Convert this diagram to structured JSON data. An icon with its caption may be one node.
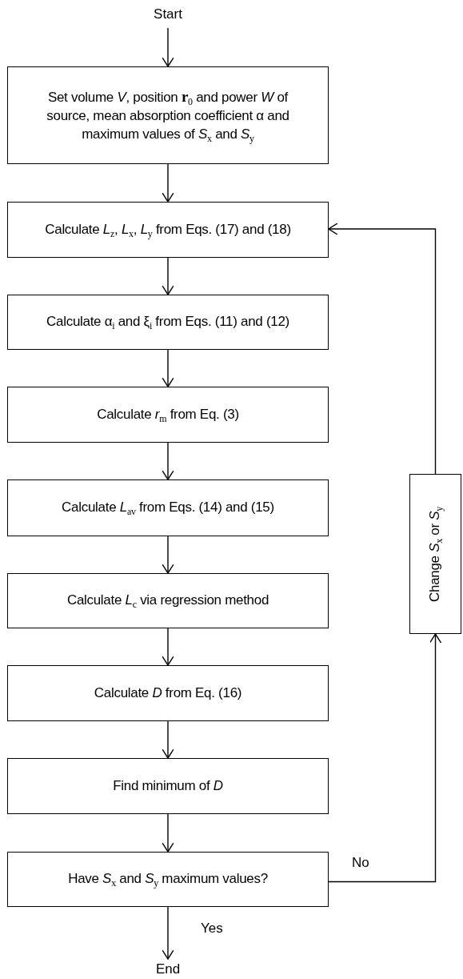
{
  "diagram": {
    "nodes": [
      {
        "text": [
          "Start"
        ]
      },
      {
        "text": [
          "Set volume *V*, position **r**$_{0}$ and power *W* of source, mean absorption coefficient α and maximum values of *S*$_{x}$ and *S*$_{y}$"
        ]
      },
      {
        "text": [
          "Calculate *L*$_{z}$, *L*$_{x}$, *L*$_{y}$ from Eqs. (17) and (18)"
        ]
      },
      {
        "text": [
          "Calculate α$_{i}$ and ξ$_{i}$ from Eqs. (11) and (12)"
        ]
      },
      {
        "text": [
          "Calculate *r*$_{m}$ from Eq. (3)"
        ]
      },
      {
        "text": [
          "Calculate *L*$_{av}$ from Eqs. (14) and (15)"
        ]
      },
      {
        "text": [
          "Calculate *L*$_{c}$ via regression method"
        ]
      },
      {
        "text": [
          "Calculate *D* from Eq. (16)"
        ]
      },
      {
        "text": [
          "Find minimum of *D*"
        ]
      },
      {
        "text": [
          "Have *S*$_{x}$ and *S*$_{y}$ maximum values?"
        ]
      },
      {
        "text": [
          "Change *S*$_{x}$ or *S*$_{y}$"
        ]
      },
      {
        "text": [
          "End"
        ]
      }
    ],
    "edges": [
      {
        "from": 0,
        "to": 1,
        "arrow": "to"
      },
      {
        "from": 1,
        "to": 2,
        "arrow": "to"
      },
      {
        "from": 2,
        "to": 3,
        "arrow": "to"
      },
      {
        "from": 3,
        "to": 4,
        "arrow": "to"
      },
      {
        "from": 4,
        "to": 5,
        "arrow": "to"
      },
      {
        "from": 5,
        "to": 6,
        "arrow": "to"
      },
      {
        "from": 6,
        "to": 7,
        "arrow": "to"
      },
      {
        "from": 7,
        "to": 8,
        "arrow": "to"
      },
      {
        "from": 8,
        "to": 9,
        "arrow": "to"
      },
      {
        "from": 9,
        "to": 11,
        "arrow": "to",
        "label": "Yes"
      },
      {
        "from": 9,
        "to": 10,
        "arrow": "to",
        "label": "No"
      },
      {
        "from": 10,
        "to": 2,
        "arrow": "to"
      }
    ]
  }
}
